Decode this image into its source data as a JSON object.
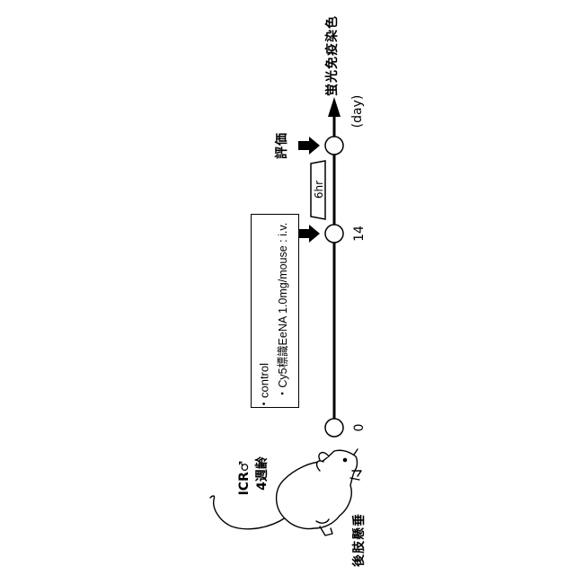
{
  "header": {
    "staining_label": "蛍光免疫染色",
    "unit_label": "(day)"
  },
  "timeline": {
    "day_start": "0",
    "day_injection": "14",
    "eval_label": "評価",
    "interval_label": "6hr"
  },
  "treatment": {
    "items": [
      "・control",
      "・Cy5標識EeNA 1.0mg/mouse : i.v."
    ]
  },
  "animal": {
    "strain": "ICR♂",
    "age": "4週齢",
    "model": "後肢懸垂"
  }
}
